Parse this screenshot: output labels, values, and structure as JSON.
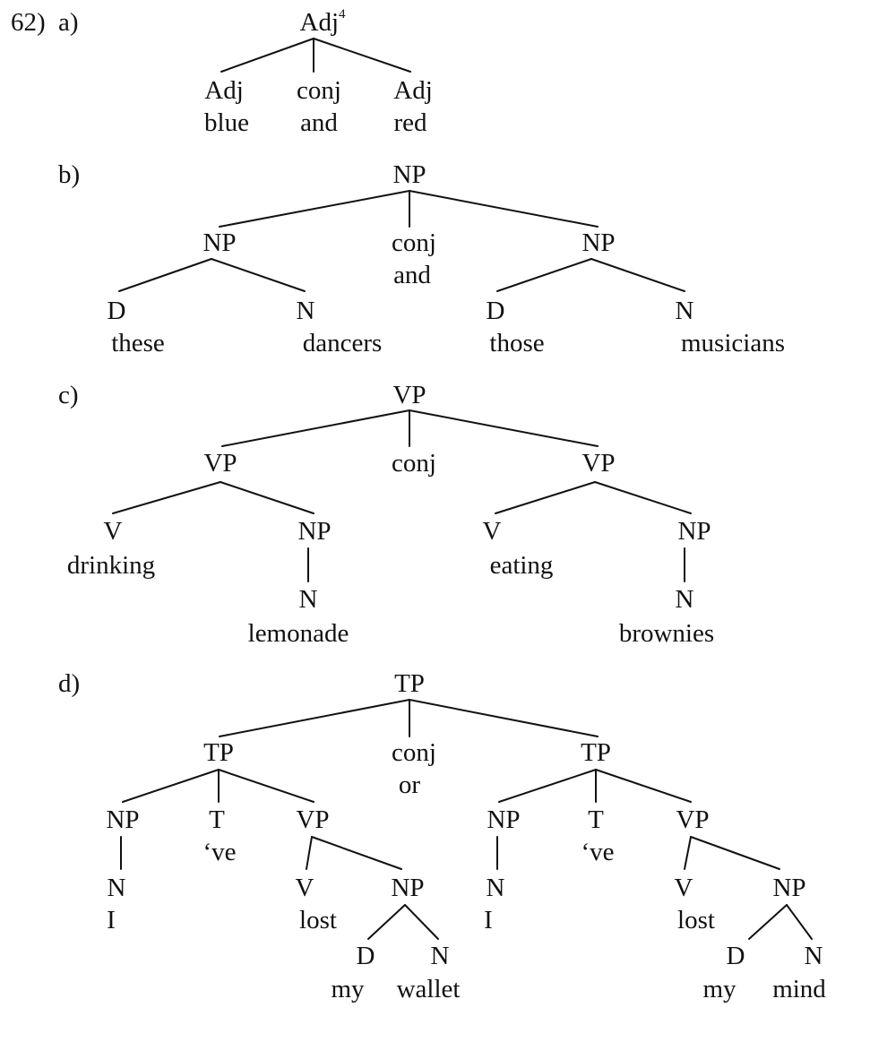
{
  "example_number": "62)",
  "trees": {
    "a": {
      "letter": "a)",
      "root": "Adj",
      "root_note": "4",
      "c1": "Adj",
      "c1w": "blue",
      "c2": "conj",
      "c2w": "and",
      "c3": "Adj",
      "c3w": "red"
    },
    "b": {
      "letter": "b)",
      "root": "NP",
      "np1": "NP",
      "d1": "D",
      "d1w": "these",
      "n1": "N",
      "n1w": "dancers",
      "conj": "conj",
      "conjw": "and",
      "np2": "NP",
      "d2": "D",
      "d2w": "those",
      "n2": "N",
      "n2w": "musicians"
    },
    "c": {
      "letter": "c)",
      "root": "VP",
      "vp1": "VP",
      "v1": "V",
      "v1w": "drinking",
      "np1": "NP",
      "n1": "N",
      "n1w": "lemonade",
      "conj": "conj",
      "vp2": "VP",
      "v2": "V",
      "v2w": "eating",
      "np2": "NP",
      "n2": "N",
      "n2w": "brownies"
    },
    "d": {
      "letter": "d)",
      "root": "TP",
      "tp1": "TP",
      "np1": "NP",
      "n1": "N",
      "n1w": "I",
      "t1": "T",
      "t1w": "‘ve",
      "vp1": "VP",
      "v1": "V",
      "v1w": "lost",
      "np1b": "NP",
      "d1": "D",
      "d1w": "my",
      "nn1": "N",
      "nn1w": "wallet",
      "conj": "conj",
      "conjw": "or",
      "tp2": "TP",
      "np2": "NP",
      "n2": "N",
      "n2w": "I",
      "t2": "T",
      "t2w": "‘ve",
      "vp2": "VP",
      "v2": "V",
      "v2w": "lost",
      "np2b": "NP",
      "d2": "D",
      "d2w": "my",
      "nn2": "N",
      "nn2w": "mind"
    }
  }
}
